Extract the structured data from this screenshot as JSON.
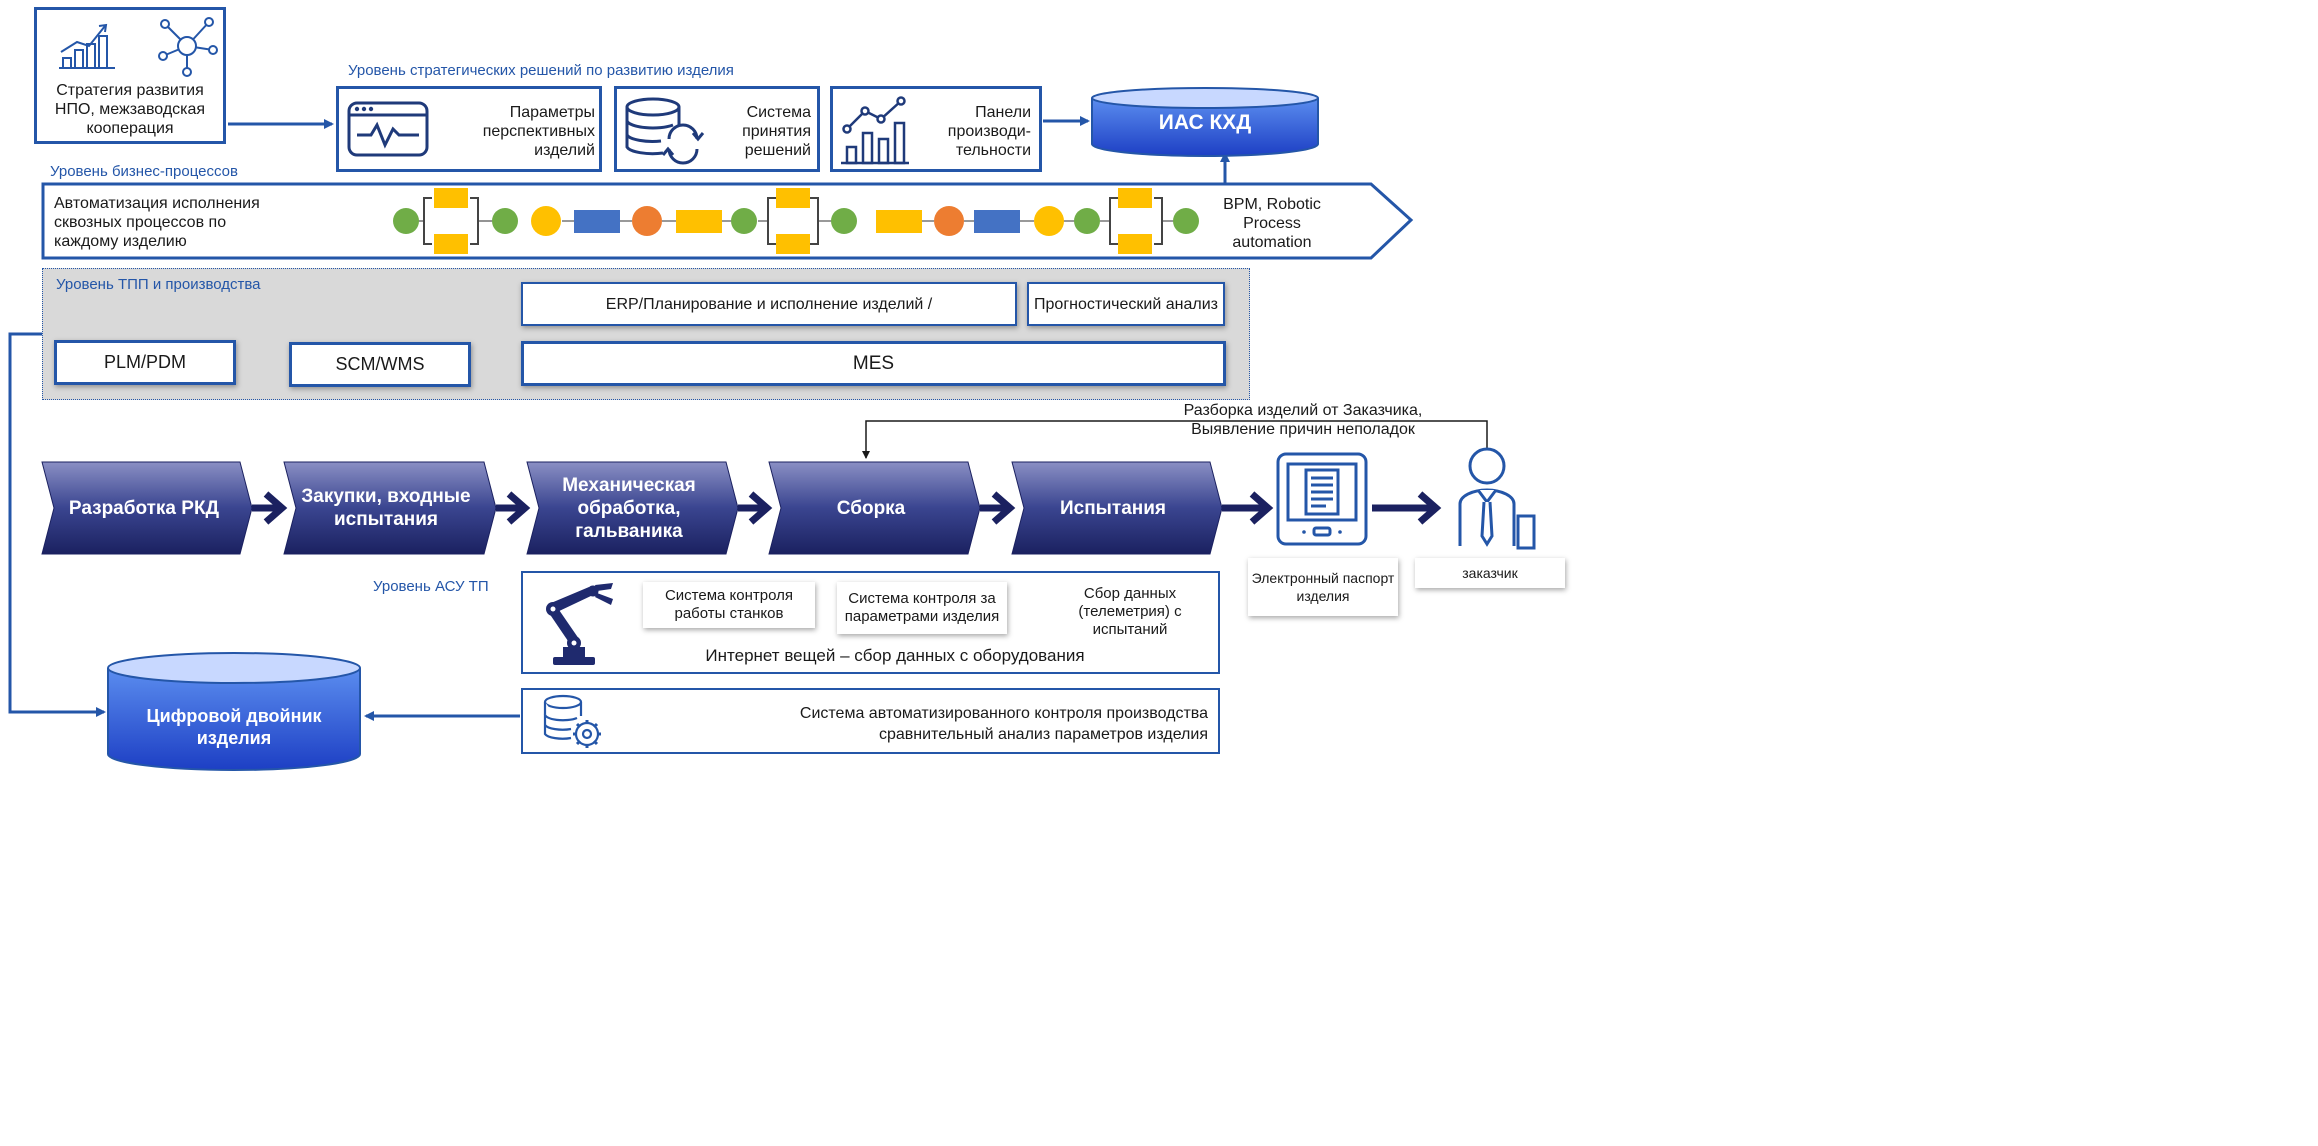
{
  "strategy": {
    "text": "Стратегия развития НПО, межзаводская кооперация"
  },
  "strategic_level": {
    "label": "Уровень стратегических решений по развитию изделия",
    "items": [
      {
        "text": "Параметры перспективных изделий",
        "icon": "monitor-pulse-icon"
      },
      {
        "text": "Система принятия решений",
        "icon": "database-sync-icon"
      },
      {
        "text": "Панели производи-тельности",
        "icon": "growth-chart-icon"
      }
    ]
  },
  "ias": {
    "label": "ИАС КХД"
  },
  "business_level": {
    "label": "Уровень бизнес-процессов",
    "automation_text": "Автоматизация исполнения сквозных процессов по каждому изделию",
    "bpm_text": "BPM, Robotic Process automation"
  },
  "tpp_level": {
    "label": "Уровень ТПП и производства",
    "erp": "ERP/Планирование и исполнение изделий /",
    "forecast": "Прогностический анализ",
    "plm": "PLM/PDM",
    "scm": "SCM/WMS",
    "mes": "MES"
  },
  "stages": [
    "Разработка РКД",
    "Закупки, входные испытания",
    "Механическая обработка, гальваника",
    "Сборка",
    "Испытания"
  ],
  "feedback": {
    "text": "Разборка изделий от Заказчика, Выявление причин неполадок"
  },
  "passport": {
    "label": "Электронный паспорт изделия"
  },
  "customer": {
    "label": "заказчик"
  },
  "asu_level": {
    "label": "Уровень АСУ ТП",
    "items": [
      "Система контроля работы станков",
      "Система контроля за параметрами изделия",
      "Сбор данных (телеметрия) с испытаний"
    ],
    "iot_text": "Интернет вещей – сбор данных с оборудования"
  },
  "auto_control": {
    "line1": "Система автоматизированного контроля производства",
    "line2": "сравнительный анализ параметров изделия"
  },
  "digital_twin": {
    "label": "Цифровой двойник изделия"
  },
  "colors": {
    "accent_blue": "#2456a8",
    "navy": "#1f2a6e",
    "gateway_yellow": "#ffc000",
    "event_green": "#70ad47",
    "event_orange": "#ed7d31",
    "task_blue": "#4472c4",
    "tpp_gray": "#d9d9d9"
  }
}
